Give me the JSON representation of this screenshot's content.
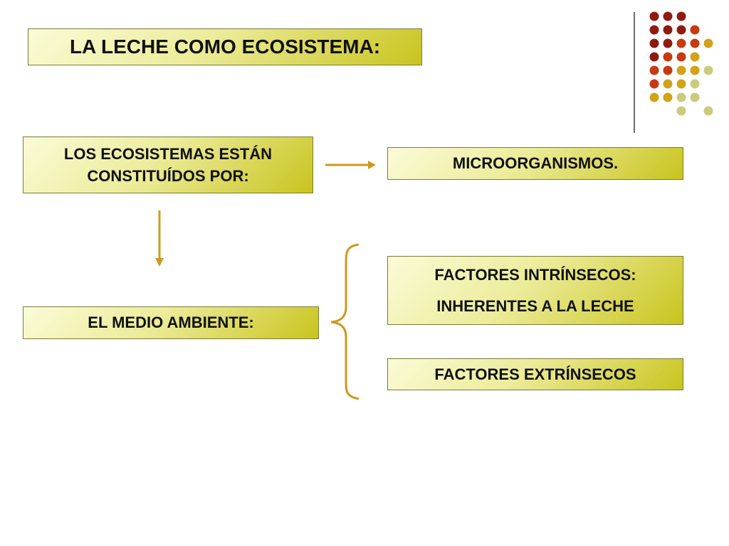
{
  "slide": {
    "title": "LA LECHE COMO ECOSISTEMA:",
    "box_ecosistemas": [
      "LOS ECOSISTEMAS ESTÁN",
      "CONSTITUÍDOS POR:"
    ],
    "box_microorganismos": "MICROORGANISMOS.",
    "box_medio_ambiente": "EL MEDIO AMBIENTE:",
    "box_intrinsecos": [
      "FACTORES INTRÍNSECOS:",
      "INHERENTES A LA LECHE"
    ],
    "box_extrinsecos": "FACTORES EXTRÍNSECOS"
  },
  "colors": {
    "arrow": "#cc9a1e",
    "dot_palette": [
      "#8e1b10",
      "#c83a12",
      "#d4a218",
      "#c9cc7c"
    ]
  },
  "decor": {
    "dot_rows": [
      [
        0,
        0,
        0
      ],
      [
        0,
        0,
        0,
        1
      ],
      [
        0,
        0,
        1,
        1,
        2
      ],
      [
        0,
        1,
        1,
        2
      ],
      [
        1,
        1,
        2,
        2,
        3
      ],
      [
        1,
        2,
        2,
        3
      ],
      [
        2,
        2,
        3,
        3
      ],
      [
        3,
        3
      ]
    ]
  }
}
